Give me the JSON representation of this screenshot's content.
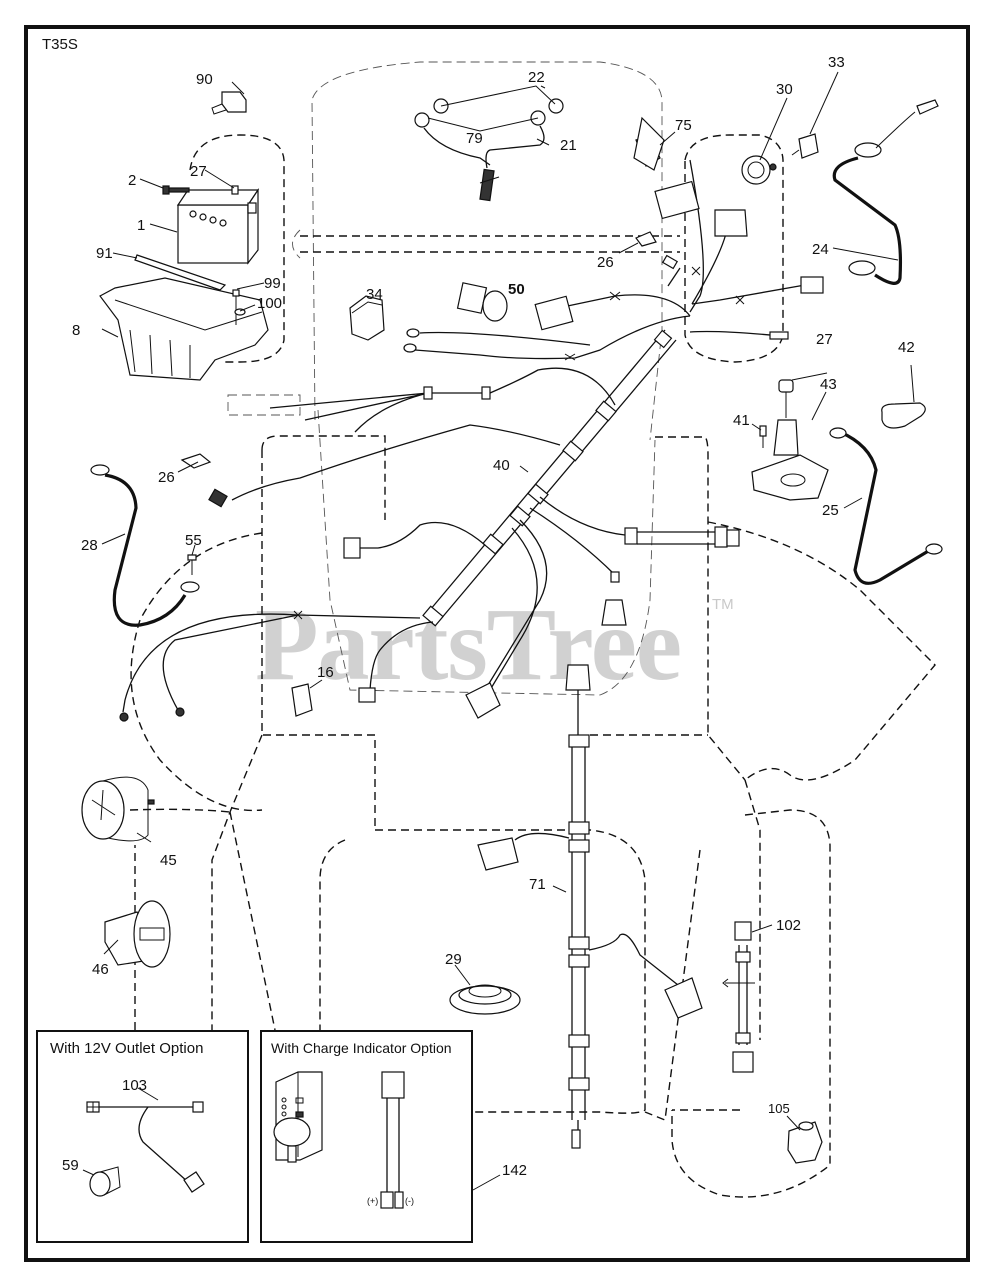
{
  "diagram": {
    "id_label": "T35S",
    "watermark": "PartsTree",
    "watermark_tm": "TM"
  },
  "callouts": {
    "c1": "1",
    "c2": "2",
    "c8": "8",
    "c16": "16",
    "c21": "21",
    "c22": "22",
    "c24": "24",
    "c25": "25",
    "c26a": "26",
    "c26b": "26",
    "c27a": "27",
    "c27b": "27",
    "c28": "28",
    "c29": "29",
    "c30": "30",
    "c33": "33",
    "c34": "34",
    "c40": "40",
    "c41": "41",
    "c42": "42",
    "c43": "43",
    "c45": "45",
    "c46": "46",
    "c50": "50",
    "c55": "55",
    "c59": "59",
    "c71": "71",
    "c75": "75",
    "c79": "79",
    "c90": "90",
    "c91": "91",
    "c99": "99",
    "c100": "100",
    "c102": "102",
    "c103": "103",
    "c105": "105",
    "c142": "142"
  },
  "options": {
    "outlet": {
      "title": "With 12V Outlet Option"
    },
    "charge": {
      "title": "With Charge Indicator Option",
      "plus": "(+)",
      "minus": "(-)"
    }
  }
}
